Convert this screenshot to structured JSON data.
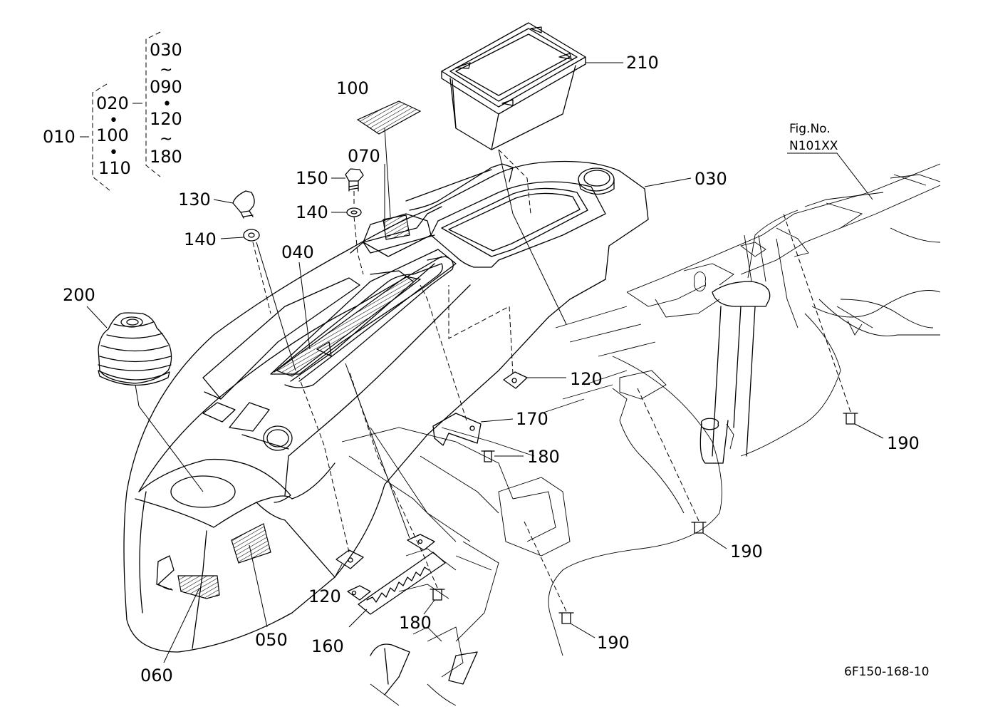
{
  "callouts": {
    "c010": "010",
    "c020": "020",
    "c100a": "100",
    "c110": "110",
    "c030a": "030",
    "c090": "090",
    "c120a": "120",
    "c180a": "180",
    "c100b": "100",
    "c070": "070",
    "c150": "150",
    "c140a": "140",
    "c130": "130",
    "c140b": "140",
    "c040": "040",
    "c200": "200",
    "c210": "210",
    "c030b": "030",
    "c120b": "120",
    "c170": "170",
    "c180b": "180",
    "c190a": "190",
    "c190b": "190",
    "c190c": "190",
    "c120c": "120",
    "c180c": "180",
    "c160": "160",
    "c050": "050",
    "c060": "060"
  },
  "symbols": {
    "tilde": "~",
    "dot": "•"
  },
  "figure": {
    "fig_label": "Fig.No.",
    "fig_number": "N101XX",
    "drawing_code": "6F150-168-10"
  }
}
